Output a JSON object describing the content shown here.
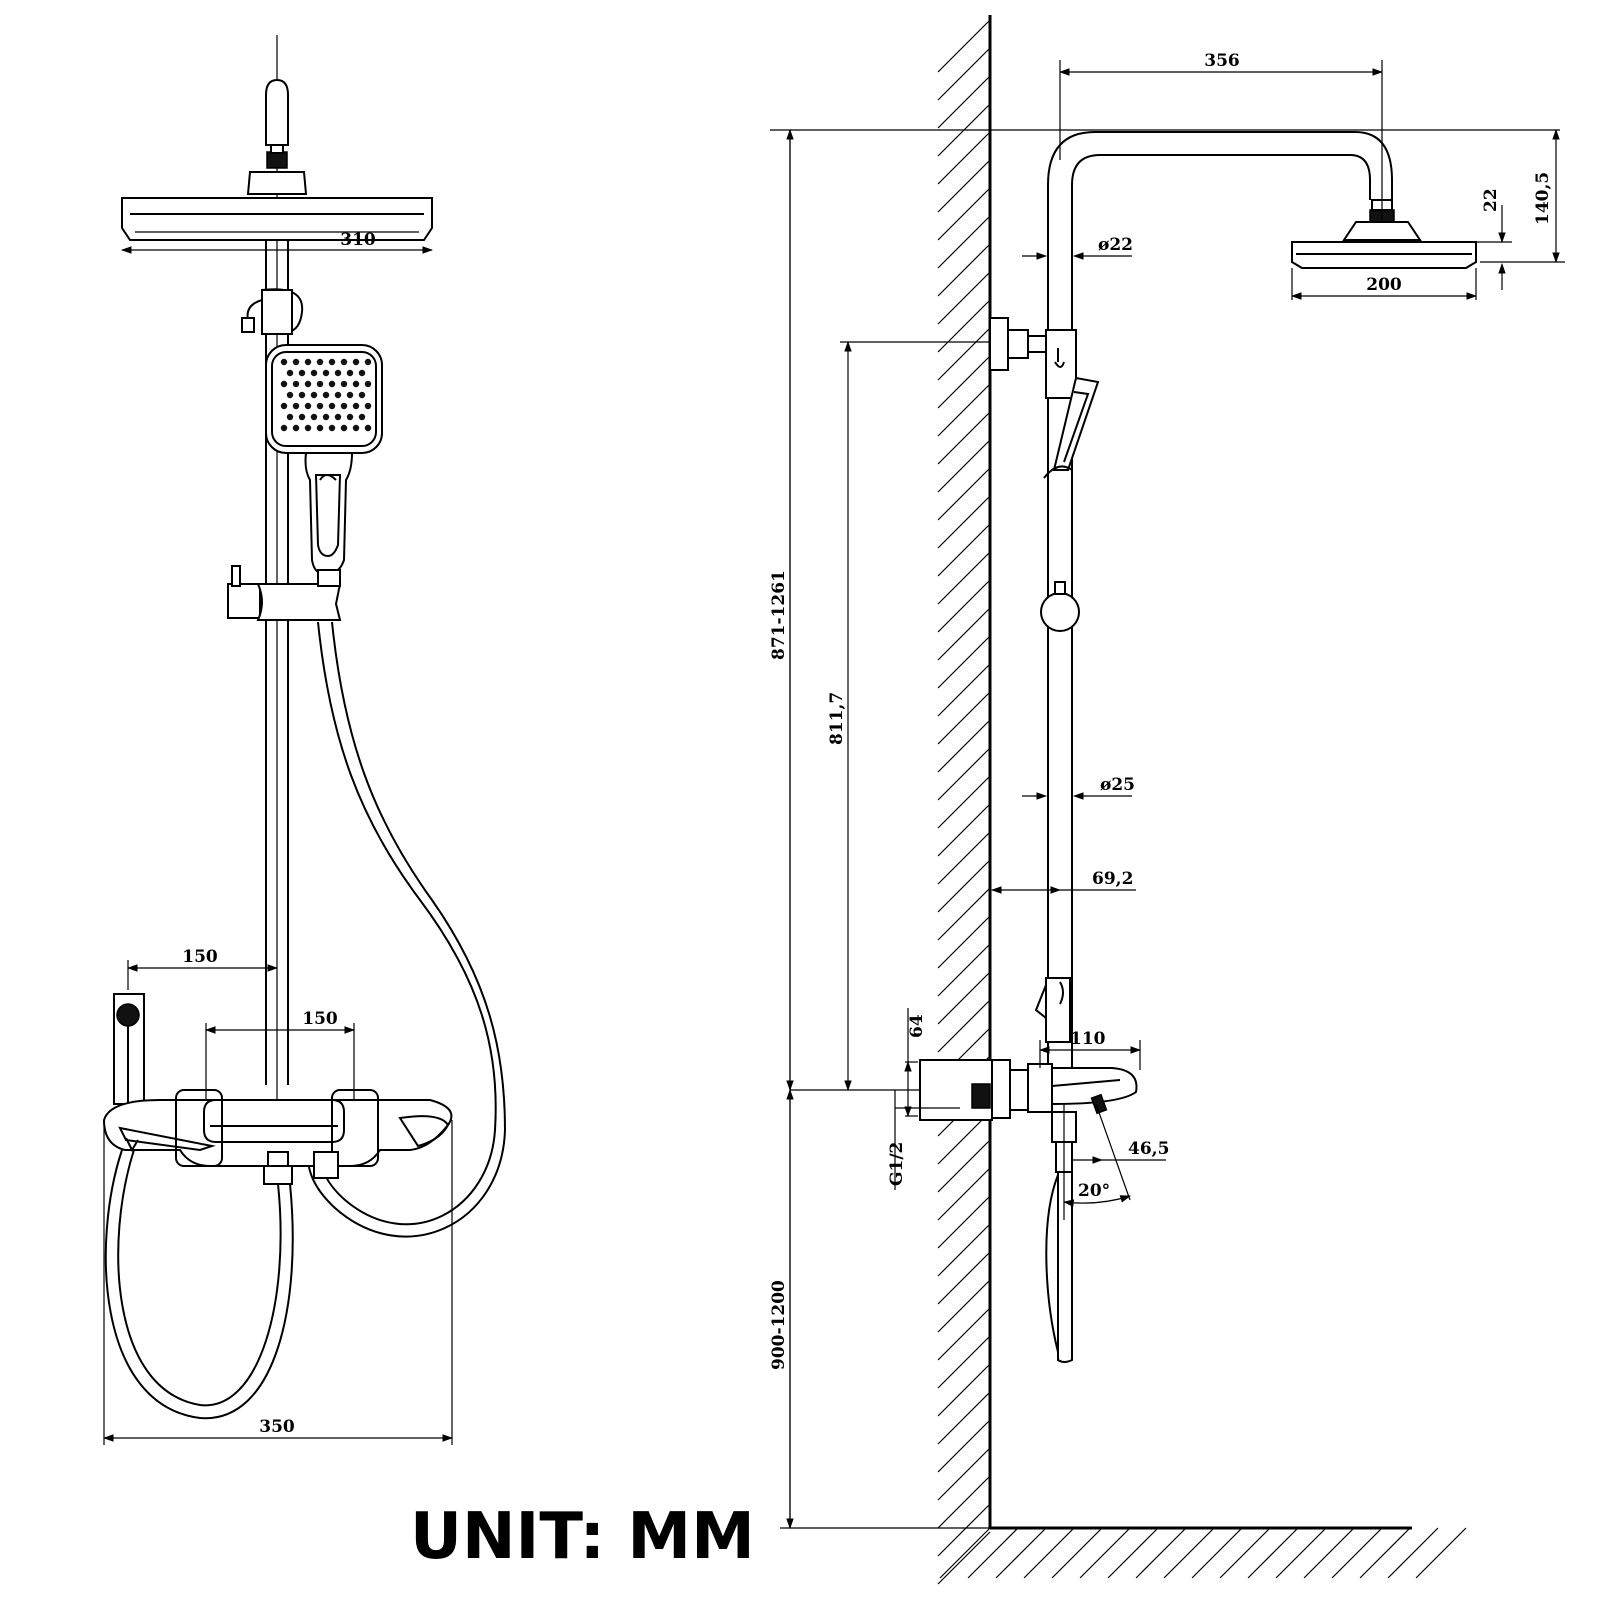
{
  "unit_label": "UNIT: MM",
  "front_view": {
    "showerhead_width": "310",
    "mixer_offset": "150",
    "valve_spacing": "150",
    "overall_width": "350"
  },
  "side_view": {
    "arm_reach": "356",
    "head_drop": "140,5",
    "head_thickness": "22",
    "head_diameter": "200",
    "upper_pipe_diameter": "ø22",
    "lower_pipe_diameter": "ø25",
    "pipe_wall_offset": "69,2",
    "height_range": "871-1261",
    "bracket_height": "811,7",
    "inlet_height": "64",
    "spout_length": "110",
    "spout_offset": "46,5",
    "spout_angle": "20°",
    "inlet_thread": "G1/2",
    "floor_height": "900-1200"
  },
  "colors": {
    "line": "#000000",
    "background": "#ffffff"
  }
}
